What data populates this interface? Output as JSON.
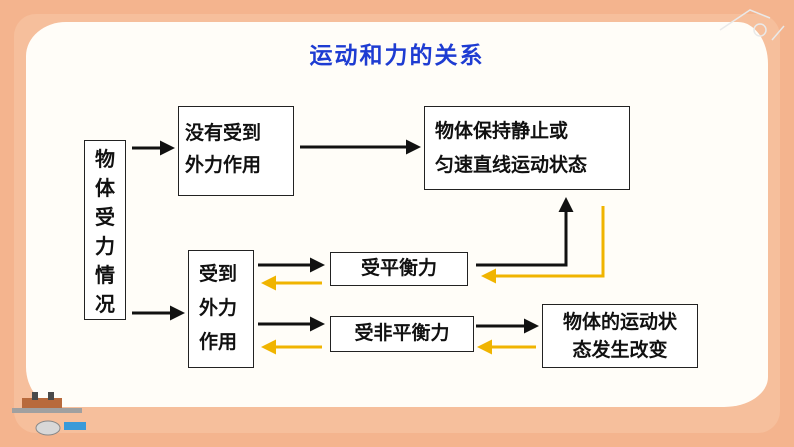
{
  "title": "运动和力的关系",
  "nodes": {
    "force_condition": [
      "物",
      "体",
      "受",
      "力",
      "情",
      "况"
    ],
    "no_external_force": [
      "没有受到",
      "外力作用"
    ],
    "maintain_state": [
      "物体保持静止或",
      "匀速直线运动状态"
    ],
    "external_force": [
      "受到",
      "外力",
      "作用"
    ],
    "balanced_force": "受平衡力",
    "unbalanced_force": "受非平衡力",
    "state_change": [
      "物体的运动状",
      "态发生改变"
    ]
  },
  "colors": {
    "title": "#1e3cd2",
    "black_arrow": "#111111",
    "gold_arrow": "#f0b400",
    "frame": "#f6bf9c",
    "panel": "#fffdf8"
  }
}
